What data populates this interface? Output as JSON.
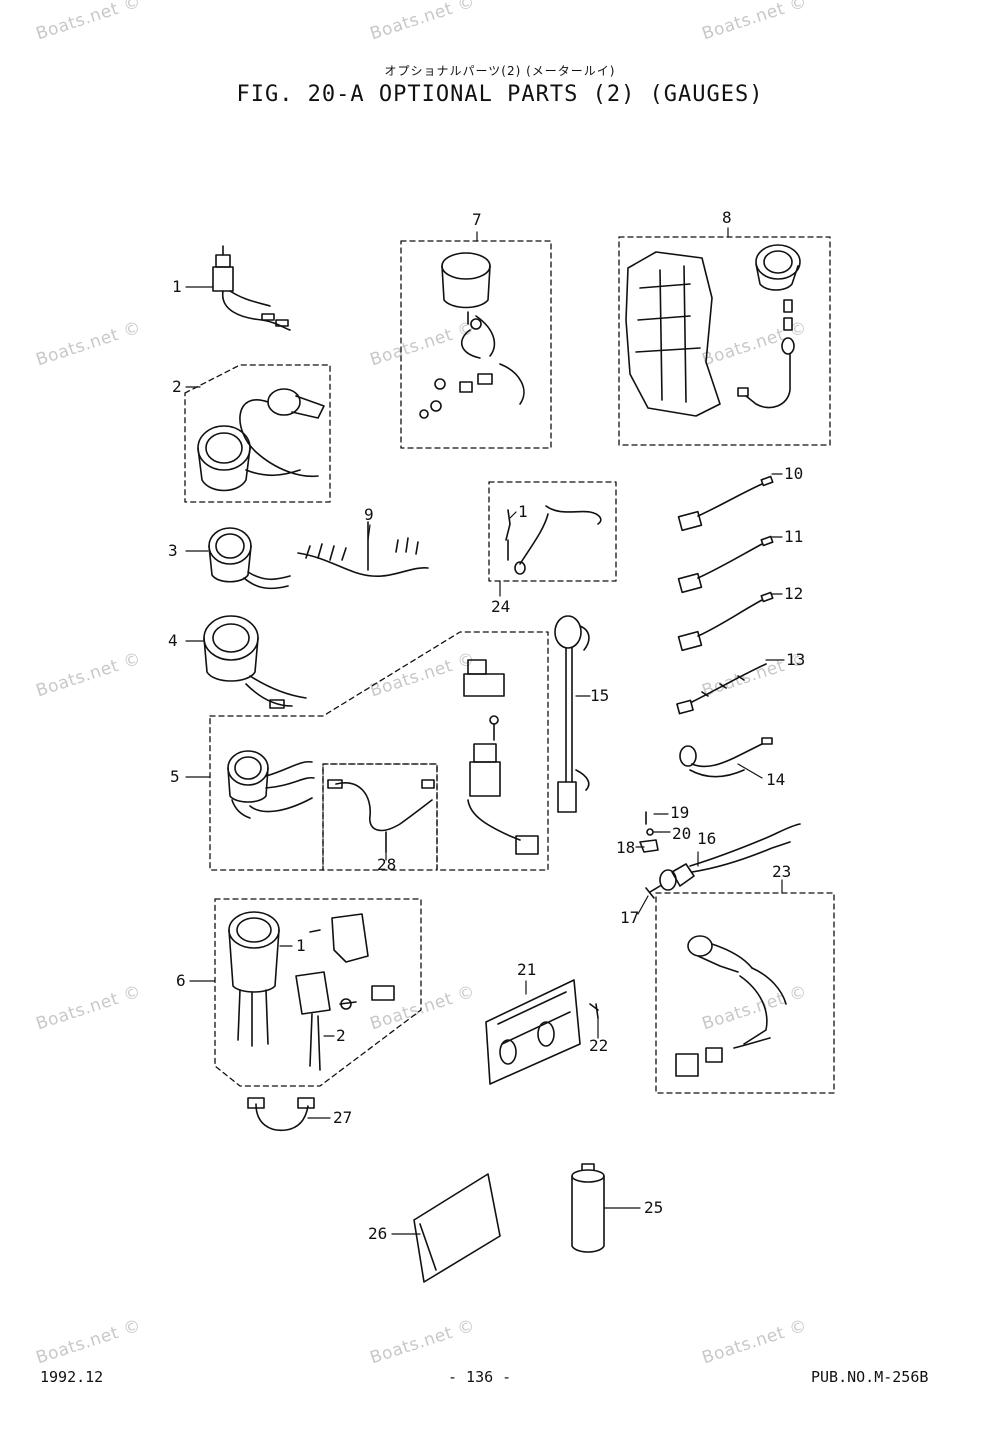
{
  "watermark": "Boats.net ©",
  "header": {
    "japanese_title": "オプショナルパーツ(2) (メータールイ)",
    "title": "FIG. 20-A OPTIONAL PARTS (2) (GAUGES)"
  },
  "callouts": {
    "c1": "1",
    "c2": "2",
    "c3": "3",
    "c4": "4",
    "c5": "5",
    "c6": "6",
    "c7": "7",
    "c8": "8",
    "c9": "9",
    "c10": "10",
    "c11": "11",
    "c12": "12",
    "c13": "13",
    "c14": "14",
    "c15": "15",
    "c16": "16",
    "c17": "17",
    "c18": "18",
    "c19": "19",
    "c20": "20",
    "c21": "21",
    "c22": "22",
    "c23": "23",
    "c24": "24",
    "c25": "25",
    "c26": "26",
    "c27": "27",
    "c28": "28",
    "c24_1": "1",
    "c6_1": "1",
    "c6_2": "2"
  },
  "footer": {
    "date": "1992.12",
    "page": "- 136 -",
    "pub_no": "PUB.NO.M-256B"
  }
}
